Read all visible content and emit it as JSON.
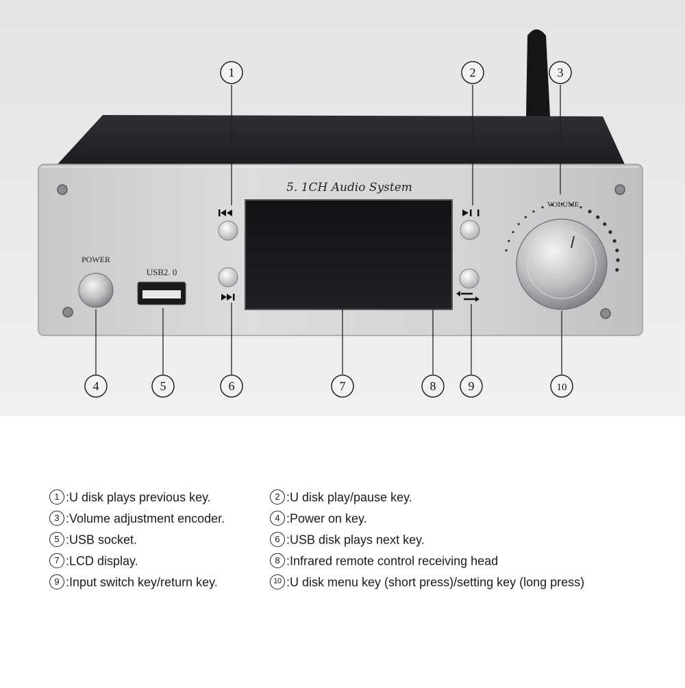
{
  "device": {
    "brand_text": "5. 1CH Audio System",
    "power_label": "POWER",
    "usb_label": "USB2. 0",
    "volume_label": "VOLUME"
  },
  "callouts": [
    "①",
    "②",
    "③",
    "④",
    "⑤",
    "⑥",
    "⑦",
    "⑧",
    "⑨",
    "⑩"
  ],
  "legend": [
    {
      "num": "①",
      "text": ":U disk plays previous key."
    },
    {
      "num": "②",
      "text": ":U disk play/pause key."
    },
    {
      "num": "③",
      "text": ":Volume adjustment encoder."
    },
    {
      "num": "④",
      "text": ":Power on key."
    },
    {
      "num": "⑤",
      "text": ":USB socket."
    },
    {
      "num": "⑥",
      "text": ":USB disk plays next key."
    },
    {
      "num": "⑦",
      "text": ":LCD display."
    },
    {
      "num": "⑧",
      "text": ":Infrared remote control receiving head"
    },
    {
      "num": "⑨",
      "text": ":Input switch key/return key."
    },
    {
      "num": "⑩",
      "text": ":U disk menu key (short press)/setting key (long press)"
    }
  ],
  "icons": [
    "previous-track-icon",
    "play-pause-icon",
    "next-track-icon",
    "input-switch-icon"
  ]
}
